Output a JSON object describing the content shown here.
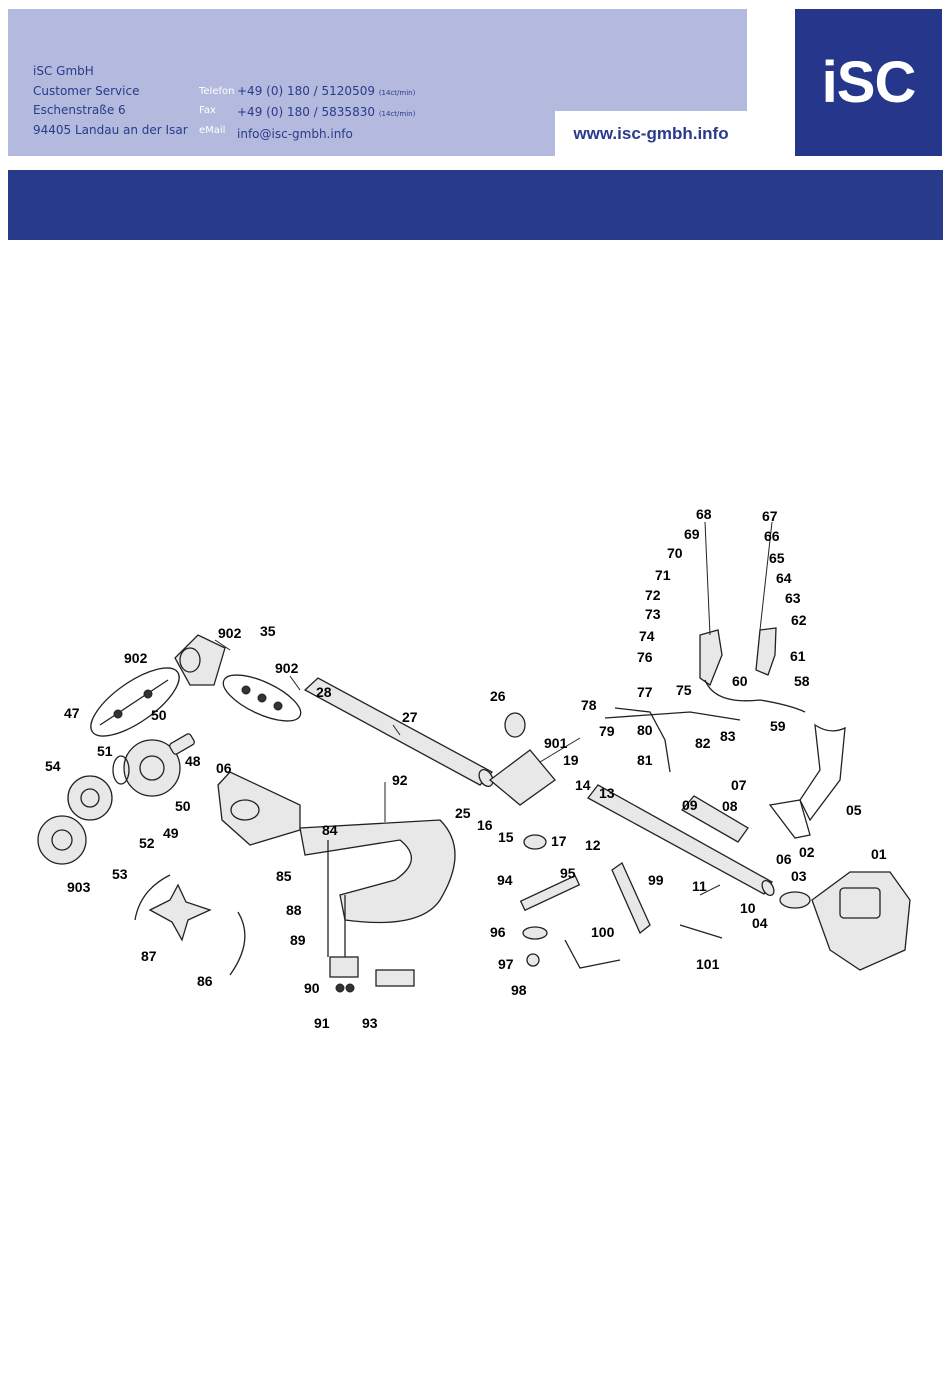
{
  "company": {
    "name": "iSC GmbH",
    "department": "Customer Service",
    "street": "Eschenstraße 6",
    "city": "94405 Landau an der Isar"
  },
  "contact": {
    "phone_label": "Telefon",
    "phone": "+49 (0) 180 / 5120509",
    "phone_rate": "(14ct/min)",
    "fax_label": "Fax",
    "fax": "+49 (0) 180 / 5835830",
    "fax_rate": "(14ct/min)",
    "email_label": "eMail",
    "email": "info@isc-gmbh.info"
  },
  "website": "www.isc-gmbh.info",
  "logo_text": "iSC",
  "colors": {
    "header_light": "#b3badd",
    "header_dark": "#283b8b",
    "logo_bg": "#26368a"
  },
  "diagram": {
    "labels": [
      {
        "id": "p68",
        "text": "68"
      },
      {
        "id": "p67",
        "text": "67"
      },
      {
        "id": "p69",
        "text": "69"
      },
      {
        "id": "p66",
        "text": "66"
      },
      {
        "id": "p70",
        "text": "70"
      },
      {
        "id": "p65",
        "text": "65"
      },
      {
        "id": "p71",
        "text": "71"
      },
      {
        "id": "p64",
        "text": "64"
      },
      {
        "id": "p72",
        "text": "72"
      },
      {
        "id": "p63",
        "text": "63"
      },
      {
        "id": "p73",
        "text": "73"
      },
      {
        "id": "p62",
        "text": "62"
      },
      {
        "id": "p74",
        "text": "74"
      },
      {
        "id": "p61",
        "text": "61"
      },
      {
        "id": "p76",
        "text": "76"
      },
      {
        "id": "p58",
        "text": "58"
      },
      {
        "id": "p60",
        "text": "60"
      },
      {
        "id": "p77",
        "text": "77"
      },
      {
        "id": "p75",
        "text": "75"
      },
      {
        "id": "p78",
        "text": "78"
      },
      {
        "id": "p59",
        "text": "59"
      },
      {
        "id": "p79",
        "text": "79"
      },
      {
        "id": "p80",
        "text": "80"
      },
      {
        "id": "p83",
        "text": "83"
      },
      {
        "id": "p82",
        "text": "82"
      },
      {
        "id": "p81",
        "text": "81"
      },
      {
        "id": "p902a",
        "text": "902"
      },
      {
        "id": "p35",
        "text": "35"
      },
      {
        "id": "p902b",
        "text": "902"
      },
      {
        "id": "p902c",
        "text": "902"
      },
      {
        "id": "p28",
        "text": "28"
      },
      {
        "id": "p26",
        "text": "26"
      },
      {
        "id": "p47",
        "text": "47"
      },
      {
        "id": "p27",
        "text": "27"
      },
      {
        "id": "p50a",
        "text": "50"
      },
      {
        "id": "p901",
        "text": "901"
      },
      {
        "id": "p51",
        "text": "51"
      },
      {
        "id": "p48",
        "text": "48"
      },
      {
        "id": "p06a",
        "text": "06"
      },
      {
        "id": "p19",
        "text": "19"
      },
      {
        "id": "p54",
        "text": "54"
      },
      {
        "id": "p92",
        "text": "92"
      },
      {
        "id": "p07",
        "text": "07"
      },
      {
        "id": "p14",
        "text": "14"
      },
      {
        "id": "p13",
        "text": "13"
      },
      {
        "id": "p50b",
        "text": "50"
      },
      {
        "id": "p05",
        "text": "05"
      },
      {
        "id": "p25",
        "text": "25"
      },
      {
        "id": "p09",
        "text": "09"
      },
      {
        "id": "p08",
        "text": "08"
      },
      {
        "id": "p16",
        "text": "16"
      },
      {
        "id": "p84",
        "text": "84"
      },
      {
        "id": "p49",
        "text": "49"
      },
      {
        "id": "p52",
        "text": "52"
      },
      {
        "id": "p15",
        "text": "15"
      },
      {
        "id": "p17",
        "text": "17"
      },
      {
        "id": "p12",
        "text": "12"
      },
      {
        "id": "p06b",
        "text": "06"
      },
      {
        "id": "p02",
        "text": "02"
      },
      {
        "id": "p01",
        "text": "01"
      },
      {
        "id": "p53",
        "text": "53"
      },
      {
        "id": "p85",
        "text": "85"
      },
      {
        "id": "p95",
        "text": "95"
      },
      {
        "id": "p99",
        "text": "99"
      },
      {
        "id": "p94",
        "text": "94"
      },
      {
        "id": "p03",
        "text": "03"
      },
      {
        "id": "p903",
        "text": "903"
      },
      {
        "id": "p11",
        "text": "11"
      },
      {
        "id": "p10",
        "text": "10"
      },
      {
        "id": "p88",
        "text": "88"
      },
      {
        "id": "p04",
        "text": "04"
      },
      {
        "id": "p89",
        "text": "89"
      },
      {
        "id": "p96",
        "text": "96"
      },
      {
        "id": "p100",
        "text": "100"
      },
      {
        "id": "p87",
        "text": "87"
      },
      {
        "id": "p97",
        "text": "97"
      },
      {
        "id": "p101",
        "text": "101"
      },
      {
        "id": "p86",
        "text": "86"
      },
      {
        "id": "p90",
        "text": "90"
      },
      {
        "id": "p98",
        "text": "98"
      },
      {
        "id": "p91",
        "text": "91"
      },
      {
        "id": "p93",
        "text": "93"
      }
    ]
  }
}
